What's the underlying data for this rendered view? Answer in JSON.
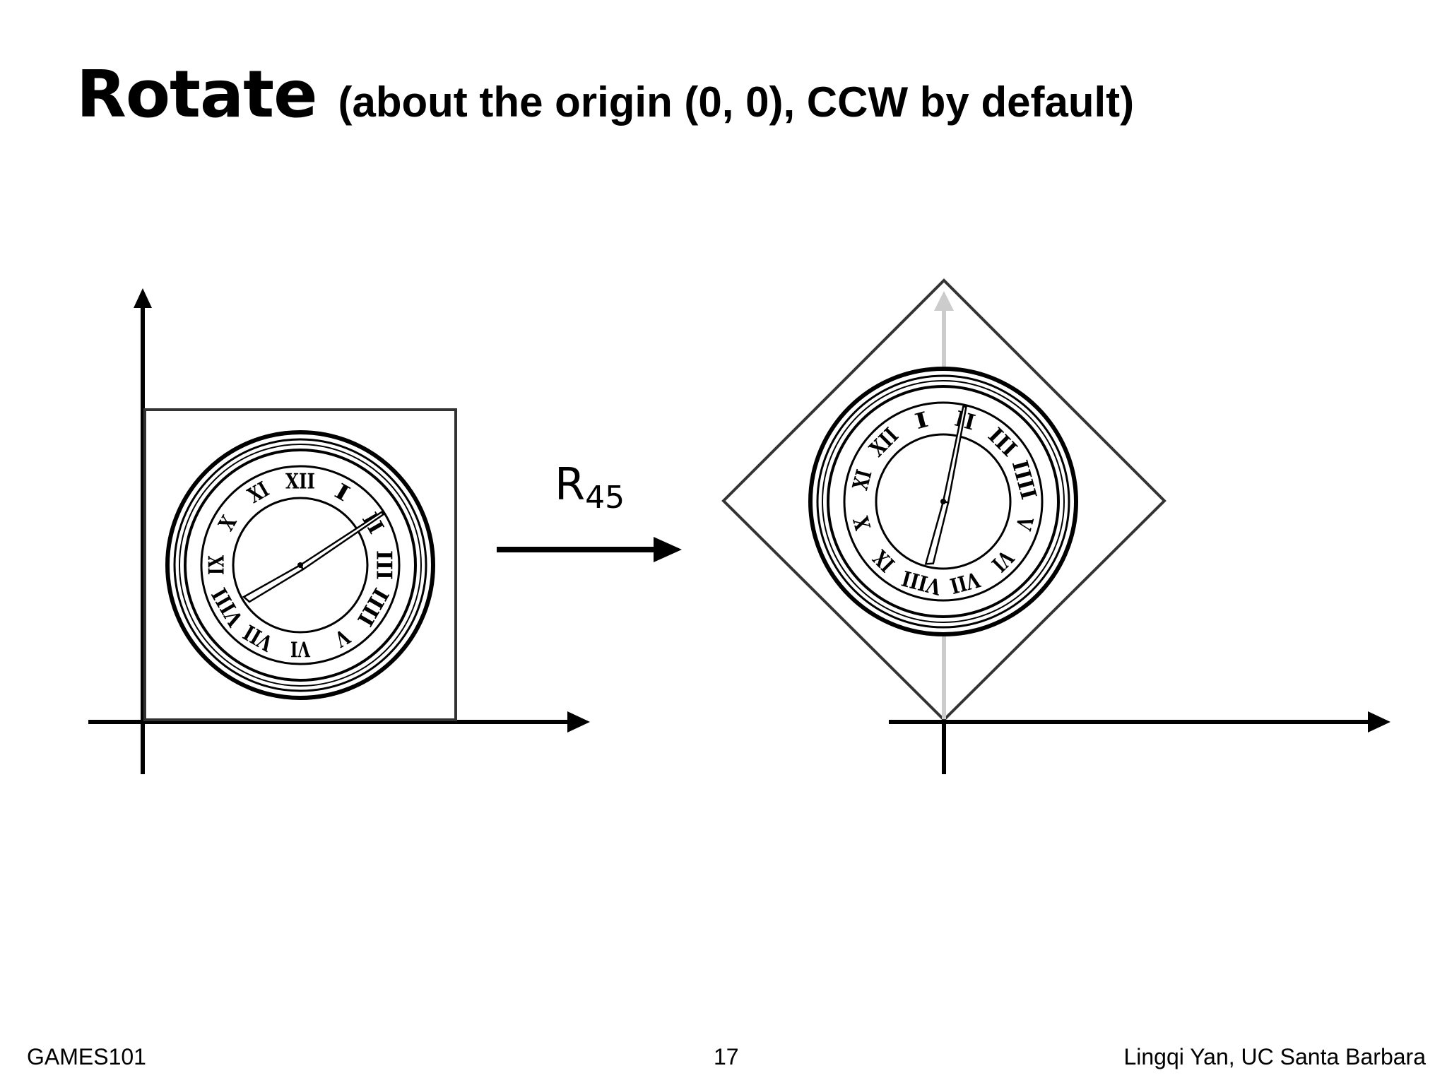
{
  "slide": {
    "title": "Rotate",
    "subtitle": "(about the origin (0, 0), CCW by default)"
  },
  "diagram": {
    "transform_label": {
      "base": "R",
      "subscript": "45"
    },
    "rotation_degrees": 45,
    "clock_numerals": [
      "XII",
      "I",
      "II",
      "III",
      "IIII",
      "V",
      "VI",
      "VII",
      "VIII",
      "IX",
      "X",
      "XI"
    ]
  },
  "footer": {
    "left": "GAMES101",
    "page_number": "17",
    "right": "Lingqi Yan, UC Santa Barbara"
  }
}
